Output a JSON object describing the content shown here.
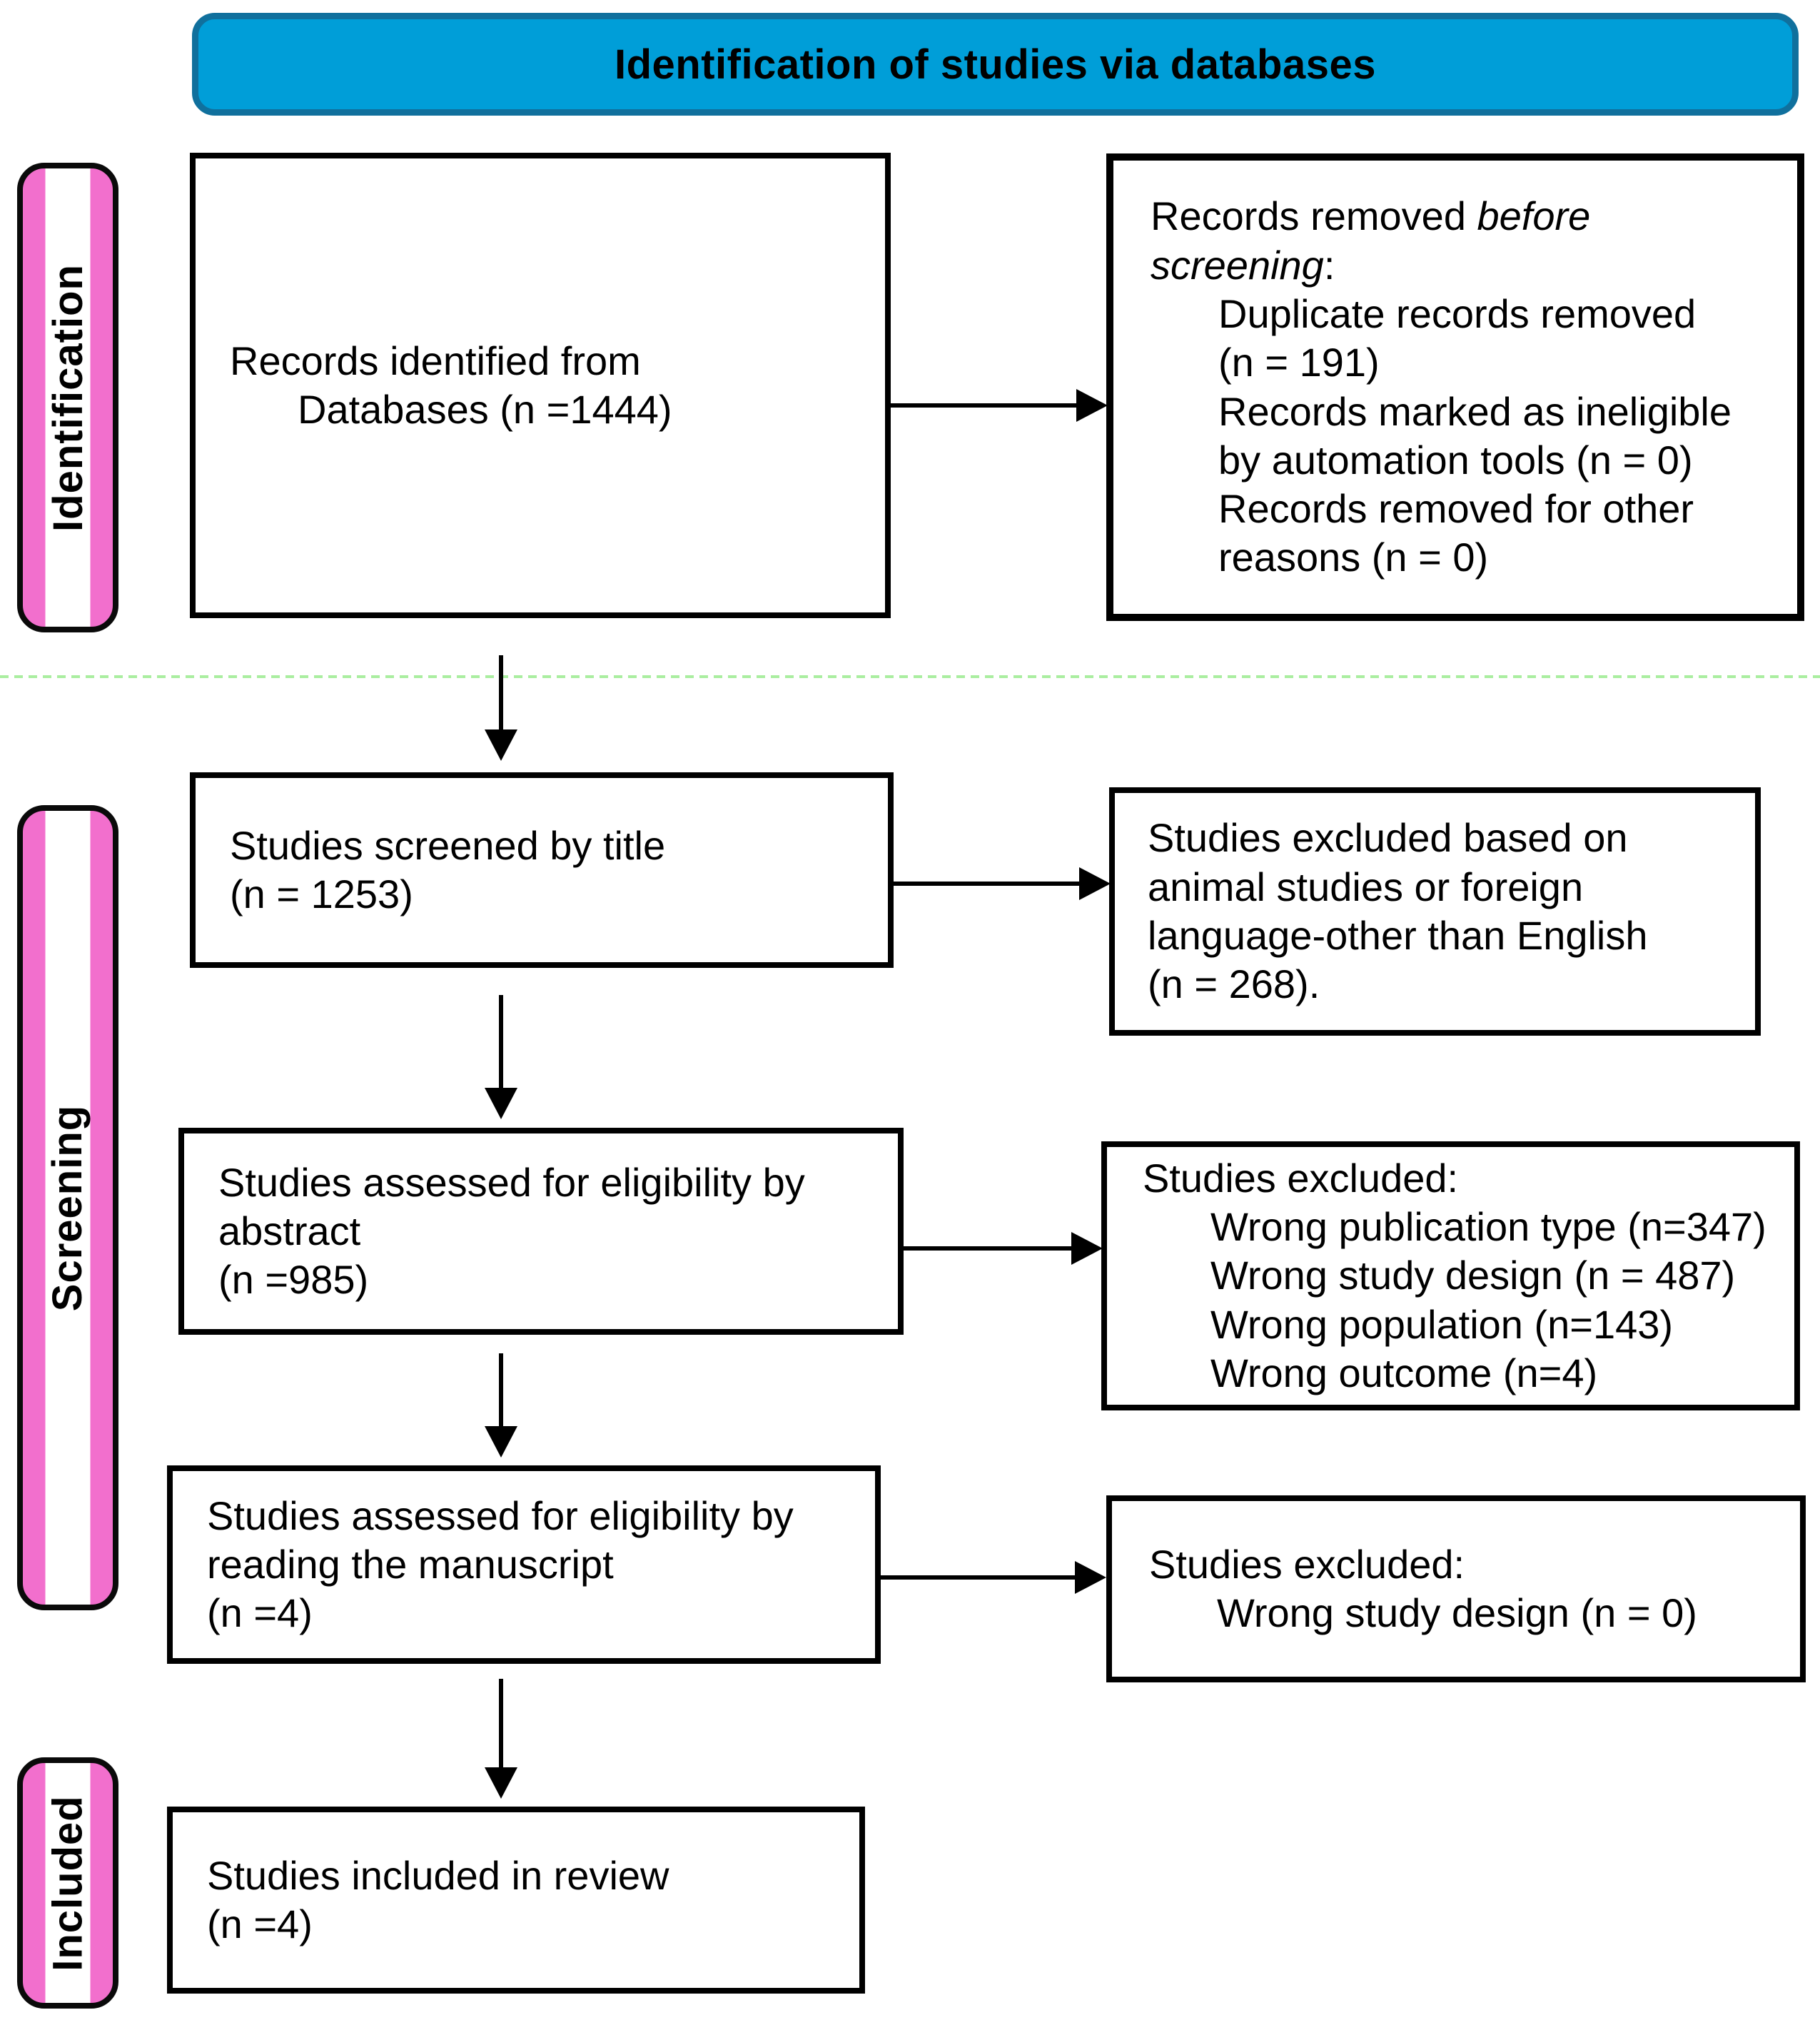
{
  "header": {
    "title": "Identification of studies via databases"
  },
  "colors": {
    "banner_blue": "#009ED8",
    "banner_border": "#10709D",
    "stage_pink": "#F26FCD",
    "divider_green": "#AAEEA0"
  },
  "stage_labels": {
    "identification": "Identification",
    "screening": "Screening",
    "included": "Included"
  },
  "flow": {
    "identified": {
      "lines": [
        "Records identified from",
        "Databases (n =1444)"
      ]
    },
    "removed_before_screening": {
      "lead": [
        [
          {
            "t": "Records removed "
          },
          {
            "t": "before",
            "i": true
          }
        ],
        [
          {
            "t": "screening",
            "i": true
          },
          {
            "t": ":"
          }
        ]
      ],
      "items": [
        "Duplicate records removed",
        "(n = 191)",
        "Records marked as ineligible",
        "by automation tools (n = 0)",
        "Records removed for other",
        "reasons (n = 0)"
      ]
    },
    "screened_by_title": {
      "lines": [
        "Studies screened by title",
        "(n = 1253)"
      ]
    },
    "excluded_title": {
      "lines": [
        "Studies excluded based on",
        "animal studies or foreign",
        "language-other than English",
        "(n = 268)."
      ]
    },
    "assessed_abstract": {
      "lines": [
        "Studies assessed for eligibility by",
        "abstract",
        "(n =985)"
      ]
    },
    "excluded_abstract": {
      "lead": "Studies excluded:",
      "items": [
        "Wrong publication type (n=347)",
        "Wrong study design (n = 487)",
        "Wrong population (n=143)",
        "Wrong outcome (n=4)"
      ]
    },
    "assessed_manuscript": {
      "lines": [
        "Studies assessed for eligibility by",
        "reading the manuscript",
        "(n =4)"
      ]
    },
    "excluded_manuscript": {
      "lead": "Studies excluded:",
      "items": [
        "Wrong study design (n = 0)"
      ]
    },
    "included_review": {
      "lines": [
        "Studies included in review",
        "(n =4)"
      ]
    }
  }
}
